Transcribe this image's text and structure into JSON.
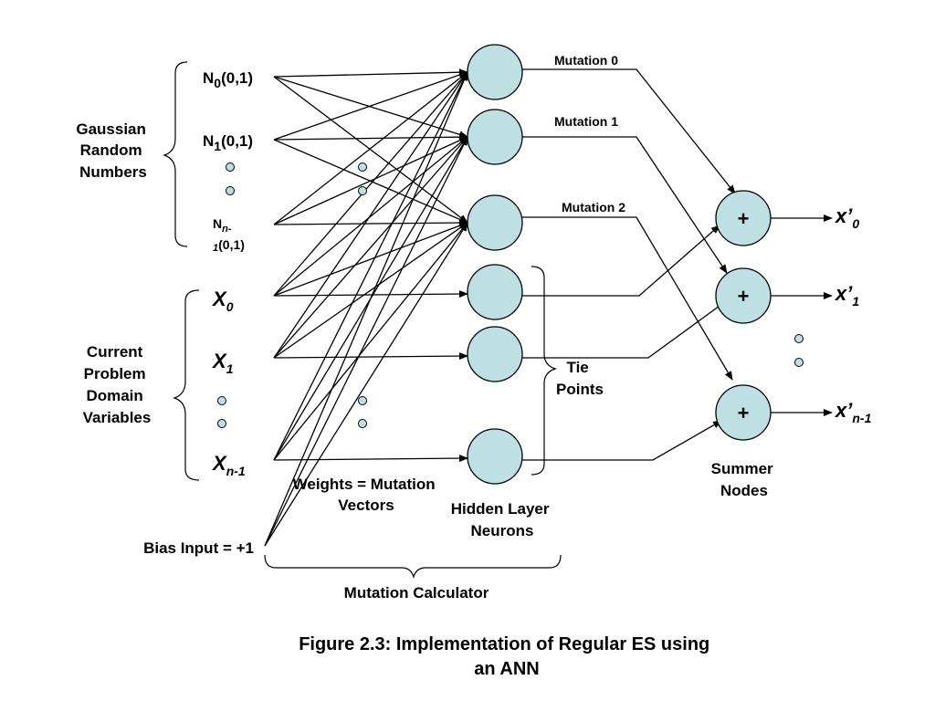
{
  "groups": {
    "gaussian": [
      "Gaussian",
      "Random",
      "Numbers"
    ],
    "current": [
      "Current",
      "Problem",
      "Domain",
      "Variables"
    ]
  },
  "inputs": {
    "n0": {
      "base": "N",
      "sub": "0",
      "rest": "(0,1)"
    },
    "n1": {
      "base": "N",
      "sub": "1",
      "rest": "(0,1)"
    },
    "nn_line1": {
      "base": "N",
      "sub": "n-"
    },
    "nn_line2": {
      "sub": "1",
      "rest": "(0,1)"
    },
    "x0": {
      "base": "X",
      "sub": "0"
    },
    "x1": {
      "base": "X",
      "sub": "1"
    },
    "xn": {
      "base": "X",
      "sub": "n-1"
    },
    "bias": "Bias Input = +1"
  },
  "mutations": [
    "Mutation 0",
    "Mutation 1",
    "Mutation 2"
  ],
  "tie_points": [
    "Tie",
    "Points"
  ],
  "weights": [
    "Weights = Mutation",
    "Vectors"
  ],
  "hidden_layer": [
    "Hidden Layer",
    "Neurons"
  ],
  "mutation_calculator": "Mutation Calculator",
  "summer_symbol": "+",
  "summer_nodes": [
    "Summer",
    "Nodes"
  ],
  "outputs": {
    "o0": {
      "base": "x’",
      "sub": "0"
    },
    "o1": {
      "base": "x’",
      "sub": "1"
    },
    "on": {
      "base": "x’",
      "sub": "n-1"
    }
  },
  "caption": [
    "Figure 2.3: Implementation of Regular ES using",
    "an ANN"
  ],
  "colors": {
    "node_fill": "#bfe0e3",
    "stroke": "#000000"
  }
}
